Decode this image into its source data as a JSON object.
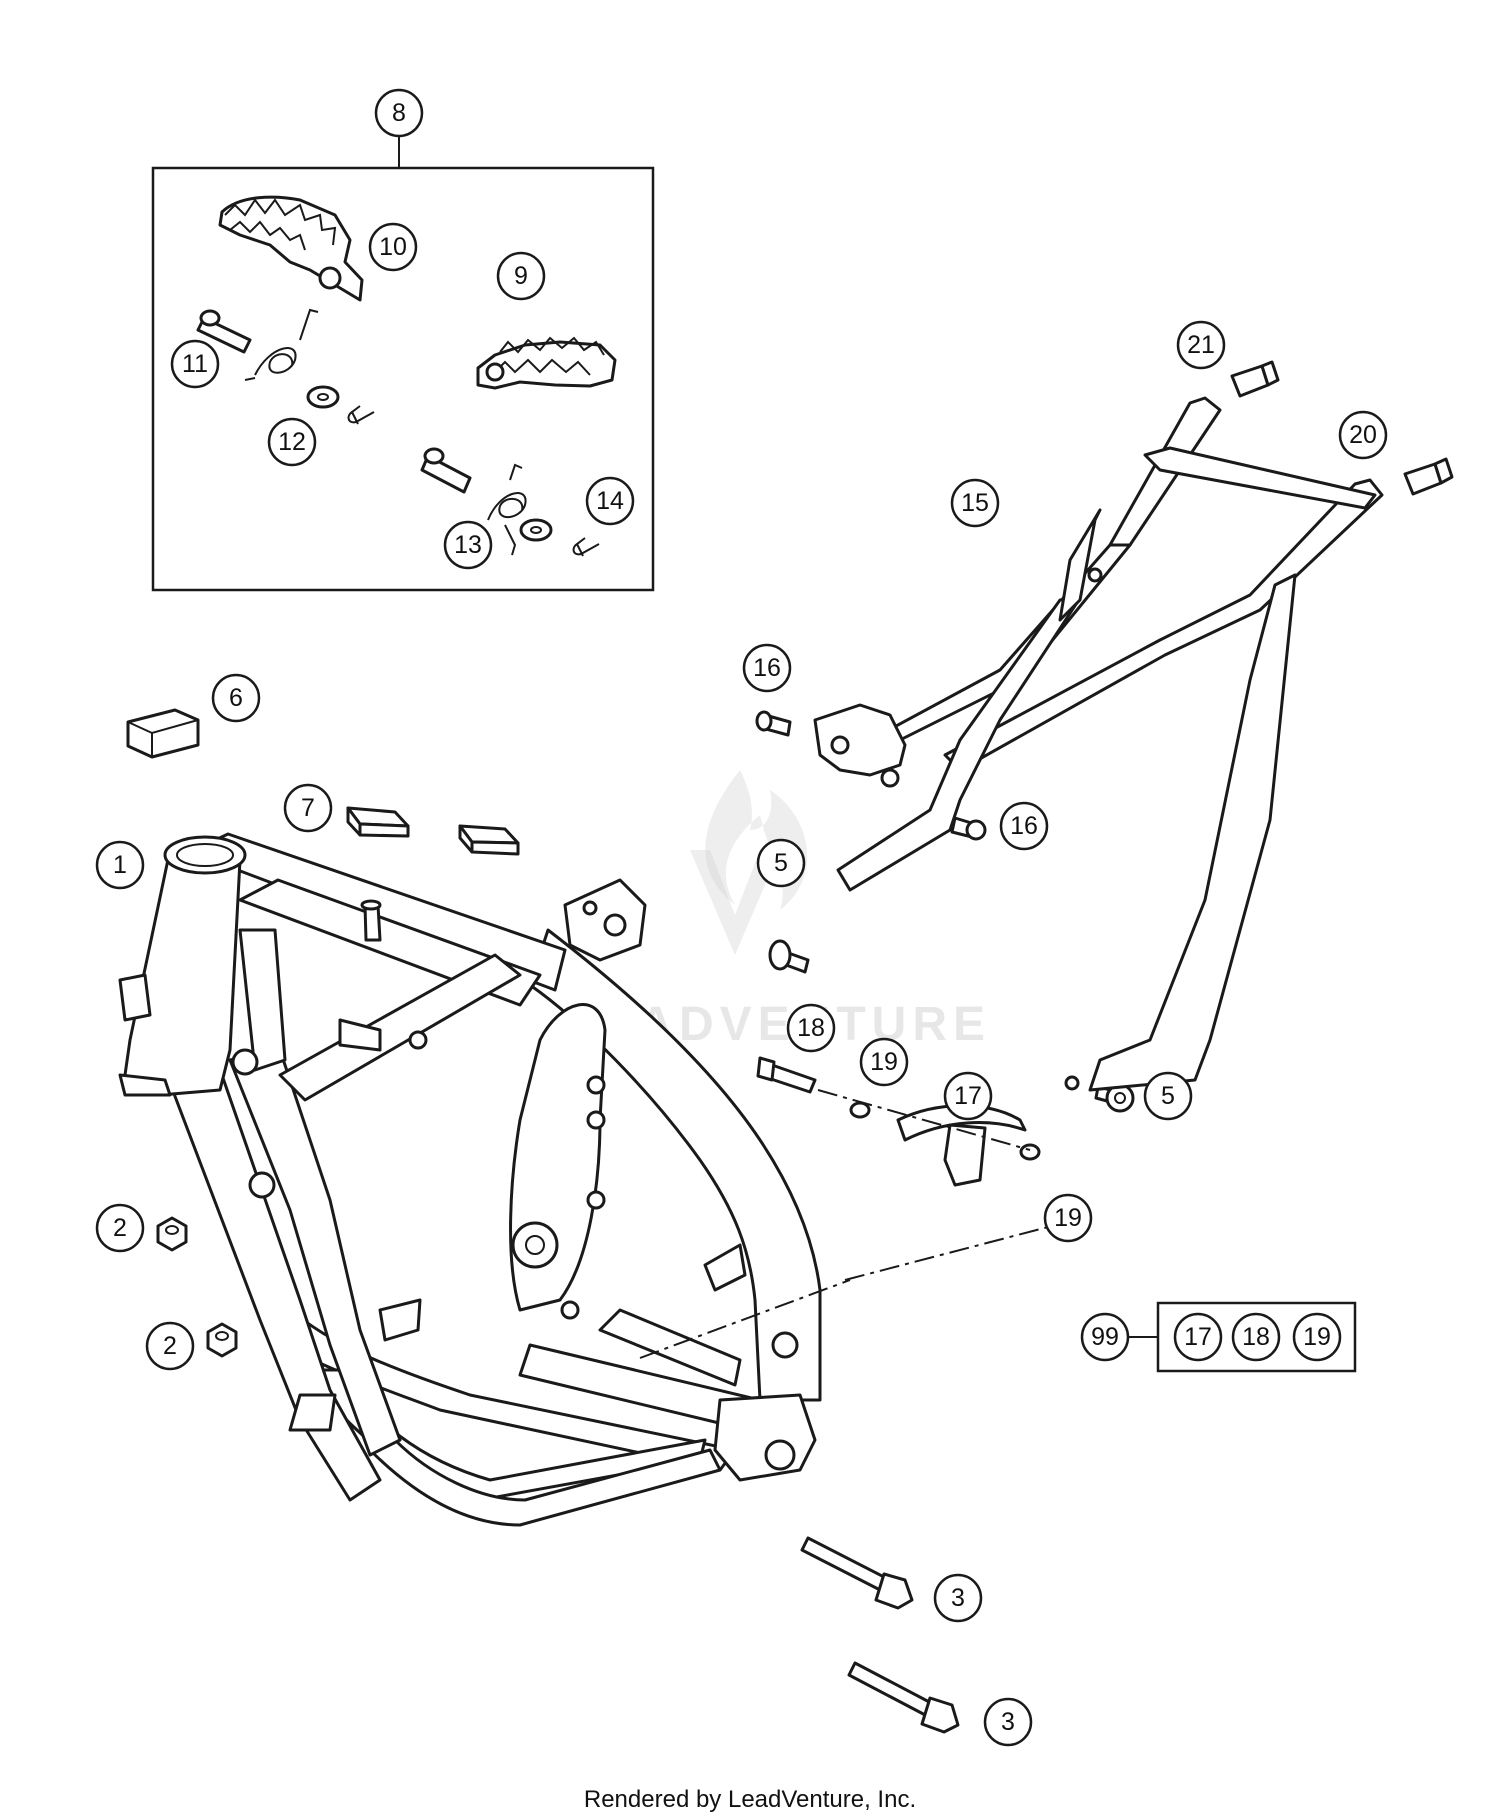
{
  "callouts": {
    "c1": "1",
    "c2a": "2",
    "c2b": "2",
    "c3a": "3",
    "c3b": "3",
    "c5a": "5",
    "c5b": "5",
    "c6": "6",
    "c7": "7",
    "c8": "8",
    "c9": "9",
    "c10": "10",
    "c11": "11",
    "c12": "12",
    "c13": "13",
    "c14": "14",
    "c15": "15",
    "c16a": "16",
    "c16b": "16",
    "c17": "17",
    "c18": "18",
    "c19a": "19",
    "c19b": "19",
    "c20": "20",
    "c21": "21"
  },
  "kit": {
    "id": "99",
    "items": [
      "17",
      "18",
      "19"
    ]
  },
  "watermark": "LEADVENTURE",
  "footer": "Rendered by LeadVenture, Inc."
}
